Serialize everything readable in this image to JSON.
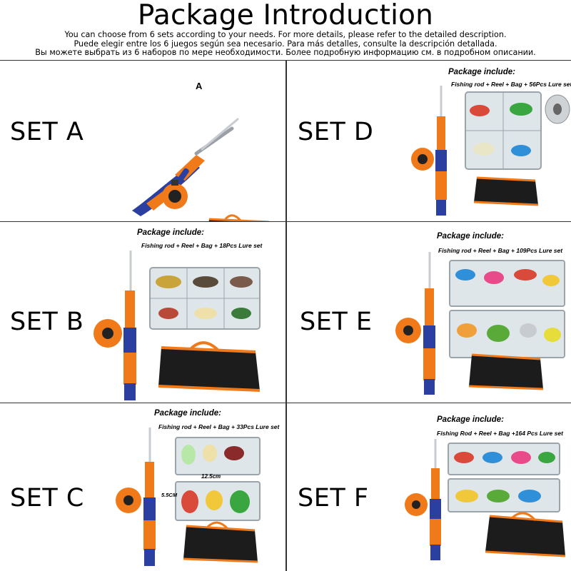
{
  "header": {
    "title": "Package Introduction",
    "line_en": "You can choose from 6 sets according to your needs. For more details, please refer to the detailed description.",
    "line_es": "Puede elegir entre los 6 juegos según sea necesario. Para más detalles, consulte la descripción detallada.",
    "line_ru": "Вы можете выбрать из 6 наборов по мере необходимости. Более подробную информацию см. в подробном описании."
  },
  "sets": {
    "a": {
      "label": "SET A",
      "badge": "A"
    },
    "b": {
      "label": "SET B",
      "package_title": "Package include:",
      "package_items": "Fishing rod + Reel + Bag + 18Pcs Lure set"
    },
    "c": {
      "label": "SET C",
      "package_title": "Package include:",
      "package_items": "Fishing rod + Reel + Bag + 33Pcs Lure set",
      "dim_width": "12.5cm",
      "dim_height": "5.5CM"
    },
    "d": {
      "label": "SET D",
      "package_title": "Package include:",
      "package_items": "Fishing rod + Reel + Bag + 56Pcs Lure set"
    },
    "e": {
      "label": "SET E",
      "package_title": "Package include:",
      "package_items": "Fishing rod + Reel + Bag + 109Pcs Lure set"
    },
    "f": {
      "label": "SET F",
      "package_title": "Package include:",
      "package_items": "Fishing Rod + Reel + Bag +164 Pcs Lure set"
    }
  },
  "colors": {
    "rod_orange": "#f07a1a",
    "rod_blue": "#2b3fa0",
    "bag_black": "#1c1c1c",
    "bag_trim": "#f07a1a",
    "box_clear": "#dfe6ea"
  }
}
